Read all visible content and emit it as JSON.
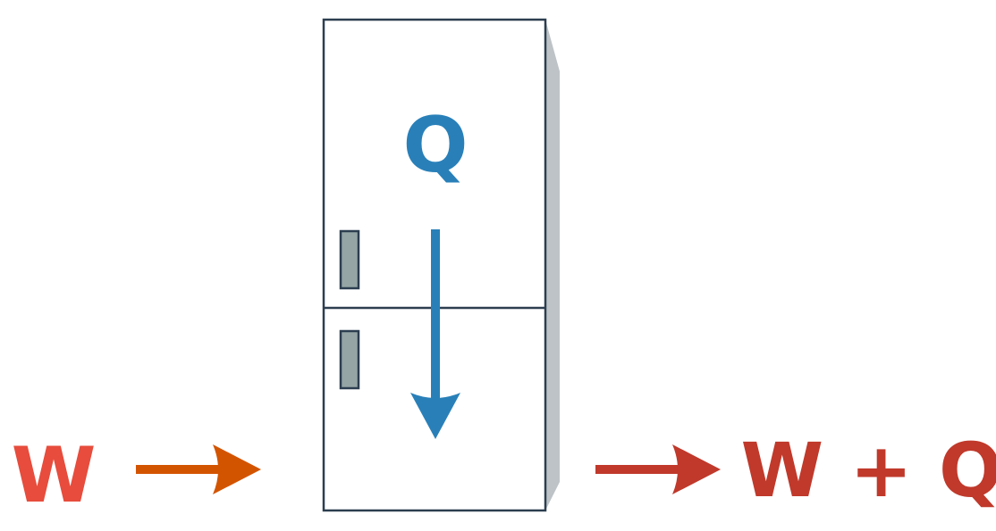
{
  "labels": {
    "work_in": "W",
    "heat": "Q",
    "work_plus_heat": "W + Q"
  },
  "colors": {
    "work_in_text": "#e74c3c",
    "work_in_arrow": "#d35400",
    "heat": "#2980b9",
    "output": "#c0392b",
    "outline": "#2c3e50",
    "handle_fill": "#95a5a6",
    "side_panel": "#bdc3c7"
  },
  "icons": {
    "appliance": "refrigerator-icon"
  }
}
